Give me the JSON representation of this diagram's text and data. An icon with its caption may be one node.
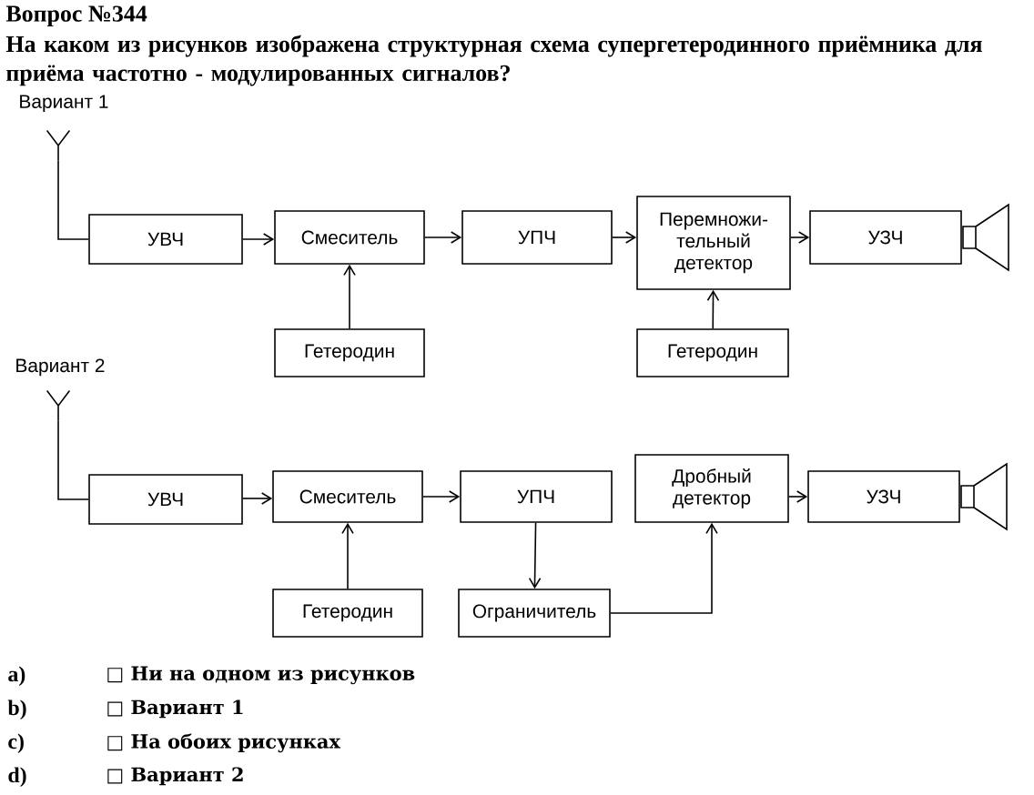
{
  "diagram": {
    "title": "Вопрос №344",
    "nodes": [
      {
        "text": [],
        "shape": "antenna"
      },
      {
        "text": [
          "УВЧ"
        ]
      },
      {
        "text": [
          "Смеситель"
        ]
      },
      {
        "text": [
          "УПЧ"
        ]
      },
      {
        "text": [
          "Перемножи- тельный детектор"
        ]
      },
      {
        "text": [
          "УЗЧ"
        ]
      },
      {
        "text": [
          "Гетеродин"
        ]
      },
      {
        "text": [
          "Гетеродин"
        ]
      },
      {
        "text": [],
        "shape": "antenna"
      },
      {
        "text": [
          "УВЧ"
        ]
      },
      {
        "text": [
          "Смеситель"
        ]
      },
      {
        "text": [
          "УПЧ"
        ]
      },
      {
        "text": [
          "Дробный детектор"
        ]
      },
      {
        "text": [
          "УЗЧ"
        ]
      },
      {
        "text": [
          "Гетеродин"
        ]
      },
      {
        "text": [
          "Ограничитель"
        ]
      }
    ],
    "edges": [
      {
        "from": 0,
        "to": 1,
        "arrow": "none"
      },
      {
        "from": 1,
        "to": 2,
        "arrow": "to"
      },
      {
        "from": 2,
        "to": 3,
        "arrow": "to"
      },
      {
        "from": 3,
        "to": 4,
        "arrow": "to"
      },
      {
        "from": 4,
        "to": 5,
        "arrow": "to"
      },
      {
        "from": 6,
        "to": 2,
        "arrow": "to"
      },
      {
        "from": 7,
        "to": 4,
        "arrow": "to"
      },
      {
        "from": 8,
        "to": 9,
        "arrow": "none"
      },
      {
        "from": 9,
        "to": 10,
        "arrow": "to"
      },
      {
        "from": 10,
        "to": 11,
        "arrow": "to"
      },
      {
        "from": 12,
        "to": 13,
        "arrow": "to"
      },
      {
        "from": 14,
        "to": 10,
        "arrow": "to"
      },
      {
        "from": 11,
        "to": 15,
        "arrow": "to"
      },
      {
        "from": 15,
        "to": 12,
        "arrow": "to"
      }
    ],
    "labels": [
      "На каком из рисунков изображена структурная схема супергетеродинного приёмника для приёма частотно - модулированных сигналов?",
      "Вариант 1",
      "Вариант 2",
      "a)",
      "□ Ни на одном из рисунков",
      "b)",
      "□ Вариант 1",
      "c)",
      "□ На обоих рисунках",
      "d)",
      "□ Вариант 2"
    ]
  }
}
